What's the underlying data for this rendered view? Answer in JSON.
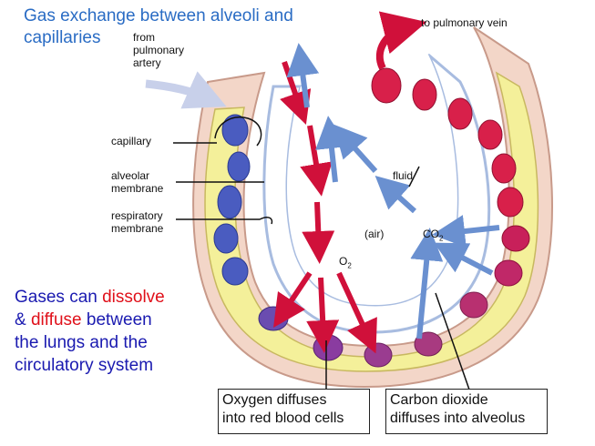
{
  "title_line1": "Gas exchange between alveoli and",
  "title_line2": "capillaries",
  "labels": {
    "from_artery": [
      "from",
      "pulmonary",
      "artery"
    ],
    "to_vein": "to pulmonary vein",
    "capillary": "capillary",
    "alveolar_membrane": [
      "alveolar",
      "membrane"
    ],
    "respiratory_membrane": [
      "respiratory",
      "membrane"
    ],
    "fluid": "fluid",
    "air": "(air)",
    "co2": "CO",
    "co2_sub": "2",
    "o2": "O",
    "o2_sub": "2"
  },
  "summary": {
    "part1": "Gases can ",
    "dissolve": "dissolve",
    "part2": "& ",
    "diffuse": "diffuse",
    "part3": " between",
    "line3": "the lungs and the",
    "line4": "circulatory system"
  },
  "callouts": {
    "oxygen": [
      "Oxygen diffuses",
      "into red blood cells"
    ],
    "co2": [
      "Carbon dioxide",
      "diffuses into alveolus"
    ]
  },
  "colors": {
    "oxygen_arrow": "#d0103a",
    "co2_arrow": "#6a90d0",
    "oxy_blood": "#d8204a",
    "deoxy_blood": "#4a5cc0",
    "tissue": "#f3d6c8",
    "capillary_fill": "#f4f09a"
  }
}
